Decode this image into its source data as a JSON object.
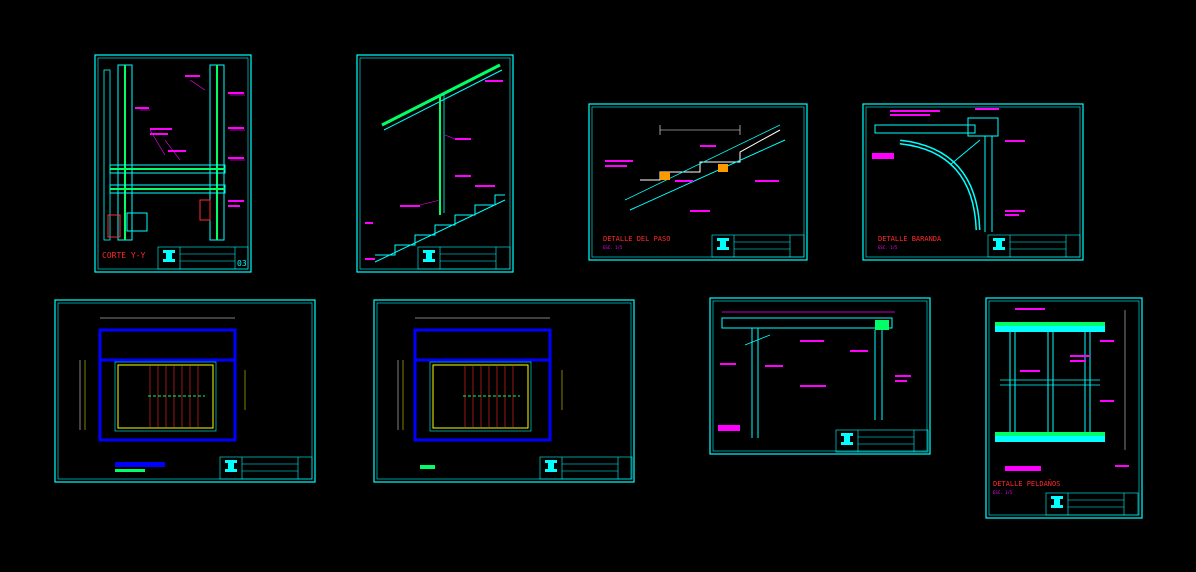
{
  "colors": {
    "background": "#000000",
    "frame": "#00ffff",
    "title_text": "#ff2a2a",
    "annotation": "#ff00ff",
    "structure": "#00ffff",
    "detail_green": "#00ff66",
    "accent_yellow": "#ffff00",
    "accent_orange": "#ff9900",
    "accent_blue": "#0000ff",
    "dim_white": "#ffffff"
  },
  "sheets": [
    {
      "id": "sheet-corte",
      "title": "CORTE Y-Y",
      "scale": "",
      "sheet_number": "03",
      "kind": "section"
    },
    {
      "id": "sheet-railing-elevation",
      "title": "",
      "scale": "",
      "sheet_number": "",
      "kind": "railing"
    },
    {
      "id": "sheet-detalle-paso",
      "title": "DETALLE DEL PASO",
      "scale": "ESC. 1/5",
      "sheet_number": "",
      "kind": "step"
    },
    {
      "id": "sheet-detalle-baranda",
      "title": "DETALLE BARANDA",
      "scale": "ESC. 1/5",
      "sheet_number": "",
      "kind": "baranda"
    },
    {
      "id": "sheet-plan-1",
      "title": "",
      "scale": "",
      "sheet_number": "",
      "kind": "plan"
    },
    {
      "id": "sheet-plan-2",
      "title": "",
      "scale": "",
      "sheet_number": "",
      "kind": "plan"
    },
    {
      "id": "sheet-railing-detail",
      "title": "",
      "scale": "",
      "sheet_number": "",
      "kind": "rail-detail"
    },
    {
      "id": "sheet-detalle-peldanos",
      "title": "DETALLE PELDAÑOS",
      "scale": "ESC. 1/5",
      "sheet_number": "",
      "kind": "peldanos"
    }
  ]
}
